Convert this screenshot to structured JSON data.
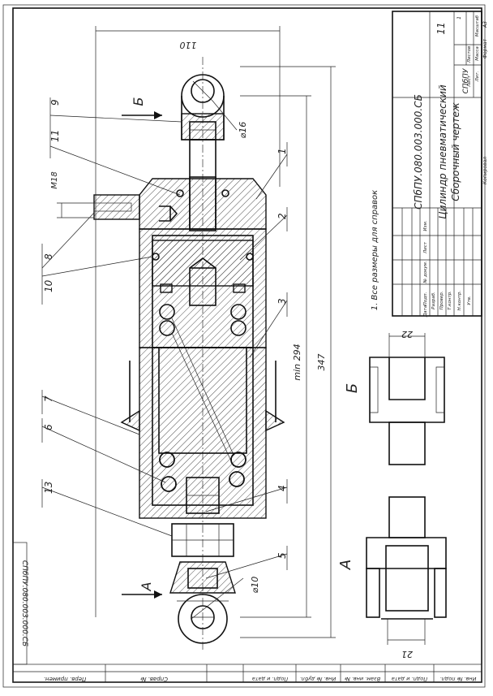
{
  "drawing": {
    "number": "СПбПУ.080.003.000.СБ",
    "title_line1": "Цилиндр пневматический",
    "title_line2": "Сборочный чертеж",
    "organization": "СПбПУ",
    "sheet_format": "Формат",
    "sheet_format_value": "A3",
    "copied_label": "Копировал",
    "scale_value": "1:1",
    "sheets_value": "1",
    "sheet_value": "1",
    "mass_value": "11",
    "stamp_number_rotated": "СПбПУ.080.003.000.СБ"
  },
  "title_block": {
    "col_lit": "Лит.",
    "col_mass": "Масса",
    "col_scale": "Масштаб",
    "col_sheet": "Лист",
    "col_sheets": "Листов",
    "row_change": "Изм.",
    "row_list": "Лист",
    "row_doc": "№ докум.",
    "row_sign": "Подп.",
    "row_date": "Дата",
    "row_developed": "Разраб.",
    "row_checked": "Провер.",
    "row_tcontrol": "Т.контр.",
    "row_ncontrol": "Н.контр.",
    "row_approved": "Утв."
  },
  "bottom_strip": {
    "cells": [
      "Перв. примен.",
      "Справ. №",
      "Подп. и дата",
      "Инв. № дубл.",
      "Взам. инв. №",
      "Подп. и дата",
      "Инв. № подл."
    ]
  },
  "note": "1. Все размеры для справок",
  "views": {
    "section_b": "Б",
    "section_a": "А",
    "arrow_b": "Б",
    "arrow_a": "А"
  },
  "dimensions": {
    "d110": "110",
    "d16": "⌀16",
    "m18": "M18",
    "min294": "min 294",
    "d347": "347",
    "d10": "⌀10",
    "d22": "22",
    "d21": "21"
  },
  "leaders": [
    "9",
    "11",
    "8",
    "10",
    "7",
    "6",
    "13",
    "1",
    "2",
    "3",
    "4",
    "5"
  ]
}
